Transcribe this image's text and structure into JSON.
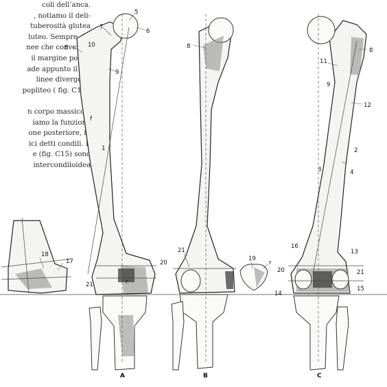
{
  "text_lines": [
    "coli dell’anca.",
    ", notiamo il deli-",
    "tuberosità glutea",
    "luteo. Sempre dal",
    "nee che convergo-",
    "il margine poste-",
    "ade appunto il no-",
    "linee divergono",
    "popliteo ( fig. C13).",
    "",
    "n corpo massiccio",
    "iamo la funzione",
    "one posteriore, in",
    "ici detti condili. Il",
    "e (fig. C15) sono",
    "intercondiloidea"
  ],
  "figure_captions": {
    "a": "A",
    "b": "B",
    "c": "C"
  },
  "labels": {
    "l5": "5",
    "l6": "6",
    "l7": "7",
    "l8a": "8",
    "l10": "10",
    "l9a": "9",
    "lfa": "f",
    "l1": "1",
    "l21a": "21",
    "l20a": "20",
    "lra": "r",
    "l8b": "8",
    "l21b": "21",
    "l19": "19",
    "lrc": "r",
    "l8c": "8",
    "l11": "11",
    "l9c": "9",
    "l12": "12",
    "l2": "2",
    "l3": "3",
    "l4": "4",
    "l16": "16",
    "l13": "13",
    "l20c": "20",
    "l21c": "21",
    "l14": "14",
    "l15": "15",
    "l18": "18",
    "l17": "17"
  }
}
